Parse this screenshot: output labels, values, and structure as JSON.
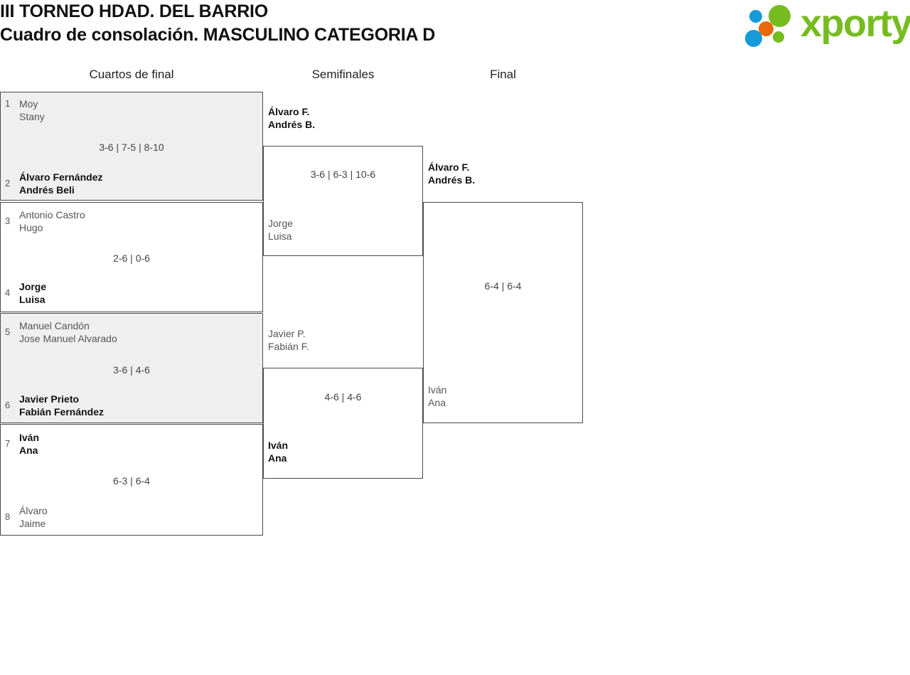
{
  "header": {
    "title_line1": "III TORNEO HDAD. DEL BARRIO",
    "title_line2": "Cuadro de consolación. MASCULINO CATEGORIA D",
    "logo_text": "xporty",
    "logo_colors": {
      "green": "#76bc21",
      "orange": "#e8690b",
      "blue": "#159bd7"
    }
  },
  "rounds": [
    {
      "label": "Cuartos de final"
    },
    {
      "label": "Semifinales"
    },
    {
      "label": "Final"
    }
  ],
  "bracket": {
    "quarterfinals": [
      {
        "score": "3-6 | 7-5 | 8-10",
        "shaded": true,
        "top": {
          "seed": "1",
          "p1": "Moy",
          "p2": "Stany",
          "winner": false
        },
        "bottom": {
          "seed": "2",
          "p1": "Álvaro Fernández",
          "p2": "Andrés Beli",
          "winner": true
        }
      },
      {
        "score": "2-6 | 0-6",
        "shaded": false,
        "top": {
          "seed": "3",
          "p1": "Antonio Castro",
          "p2": "Hugo",
          "winner": false
        },
        "bottom": {
          "seed": "4",
          "p1": "Jorge",
          "p2": "Luisa",
          "winner": true
        }
      },
      {
        "score": "3-6 | 4-6",
        "shaded": true,
        "top": {
          "seed": "5",
          "p1": "Manuel Candón",
          "p2": "Jose Manuel Alvarado",
          "winner": false
        },
        "bottom": {
          "seed": "6",
          "p1": "Javier Prieto",
          "p2": "Fabián Fernández",
          "winner": true
        }
      },
      {
        "score": "6-3 | 6-4",
        "shaded": false,
        "top": {
          "seed": "7",
          "p1": "Iván",
          "p2": "Ana",
          "winner": true
        },
        "bottom": {
          "seed": "8",
          "p1": "Álvaro",
          "p2": "Jaime",
          "winner": false
        }
      }
    ],
    "semifinals": [
      {
        "score": "3-6 | 6-3 | 10-6",
        "top": {
          "p1": "Álvaro F.",
          "p2": "Andrés B.",
          "winner": true
        },
        "bottom": {
          "p1": "Jorge",
          "p2": "Luisa",
          "winner": false
        }
      },
      {
        "score": "4-6 | 4-6",
        "top": {
          "p1": "Javier P.",
          "p2": "Fabián F.",
          "winner": false
        },
        "bottom": {
          "p1": "Iván",
          "p2": "Ana",
          "winner": true
        }
      }
    ],
    "final": [
      {
        "score": "6-4 | 6-4",
        "top": {
          "p1": "Álvaro F.",
          "p2": "Andrés B.",
          "winner": true
        },
        "bottom": {
          "p1": "Iván",
          "p2": "Ana",
          "winner": false
        }
      }
    ]
  }
}
